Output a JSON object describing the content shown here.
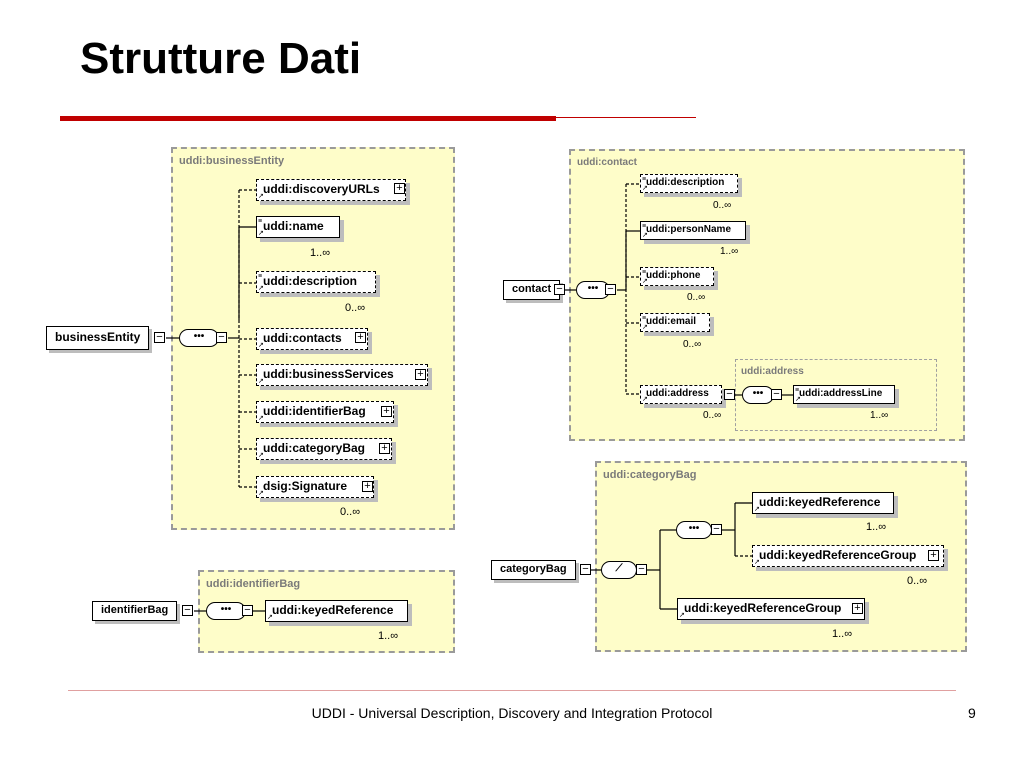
{
  "slide": {
    "title": "Strutture Dati",
    "footer": "UDDI - Universal Description, Discovery and Integration Protocol",
    "page_number": "9"
  },
  "business_entity": {
    "region_label": "uddi:businessEntity",
    "root": "businessEntity",
    "children": [
      {
        "label": "uddi:discoveryURLs",
        "card": ""
      },
      {
        "label": "uddi:name",
        "card": "1..∞"
      },
      {
        "label": "uddi:description",
        "card": "0..∞"
      },
      {
        "label": "uddi:contacts",
        "card": ""
      },
      {
        "label": "uddi:businessServices",
        "card": ""
      },
      {
        "label": "uddi:identifierBag",
        "card": ""
      },
      {
        "label": "uddi:categoryBag",
        "card": ""
      },
      {
        "label": "dsig:Signature",
        "card": "0..∞"
      }
    ]
  },
  "identifier_bag": {
    "region_label": "uddi:identifierBag",
    "root": "identifierBag",
    "children": [
      {
        "label": "uddi:keyedReference",
        "card": "1..∞"
      }
    ]
  },
  "contact": {
    "region_label": "uddi:contact",
    "root": "contact",
    "children": [
      {
        "label": "uddi:description",
        "card": "0..∞"
      },
      {
        "label": "uddi:personName",
        "card": "1..∞"
      },
      {
        "label": "uddi:phone",
        "card": "0..∞"
      },
      {
        "label": "uddi:email",
        "card": "0..∞"
      },
      {
        "label": "uddi:address",
        "card": "0..∞"
      }
    ],
    "address_region_label": "uddi:address",
    "address_child": {
      "label": "uddi:addressLine",
      "card": "1..∞"
    }
  },
  "category_bag": {
    "region_label": "uddi:categoryBag",
    "root": "categoryBag",
    "children": [
      {
        "label": "uddi:keyedReference",
        "card": "1..∞"
      },
      {
        "label": "uddi:keyedReferenceGroup",
        "card": "0..∞"
      },
      {
        "label": "uddi:keyedReferenceGroup",
        "card": "1..∞"
      }
    ]
  },
  "symbols": {
    "sequence": "•••",
    "collapse": "−",
    "expand": "+",
    "doc_icon": "≡",
    "ref_arrow": "↗",
    "choice": "⟋"
  }
}
